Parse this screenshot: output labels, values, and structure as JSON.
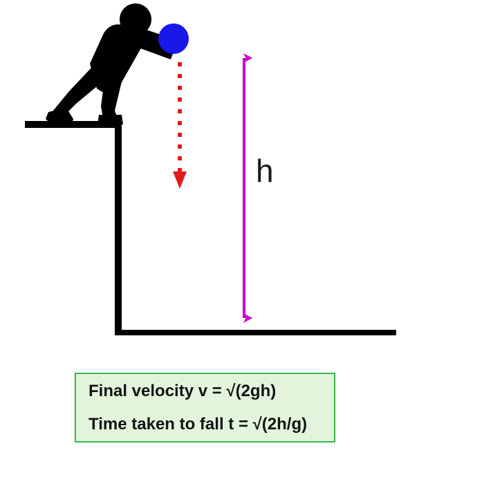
{
  "diagram": {
    "title": "Ball pushed off a ledge - free fall physics diagram",
    "height_label": "h",
    "colors": {
      "ball": "#1818e8",
      "person": "#000000",
      "ledge": "#000000",
      "ground": "#000000",
      "fall_path": "#e01b1b",
      "height_arrow": "#cc00cc",
      "box_fill": "#e2f5dc",
      "box_border": "#3bb54a",
      "text": "#131313"
    },
    "elements": {
      "person_name": "stick-figure-person",
      "ball_name": "blue-ball",
      "fall_path_name": "red-dotted-fall-path",
      "height_arrow_name": "magenta-height-arrow",
      "ledge_name": "ledge-platform",
      "ground_name": "ground-line"
    }
  },
  "formulas": {
    "final_velocity": "Final velocity v = √(2gh)",
    "time_taken": "Time taken to fall t = √(2h/g)"
  }
}
